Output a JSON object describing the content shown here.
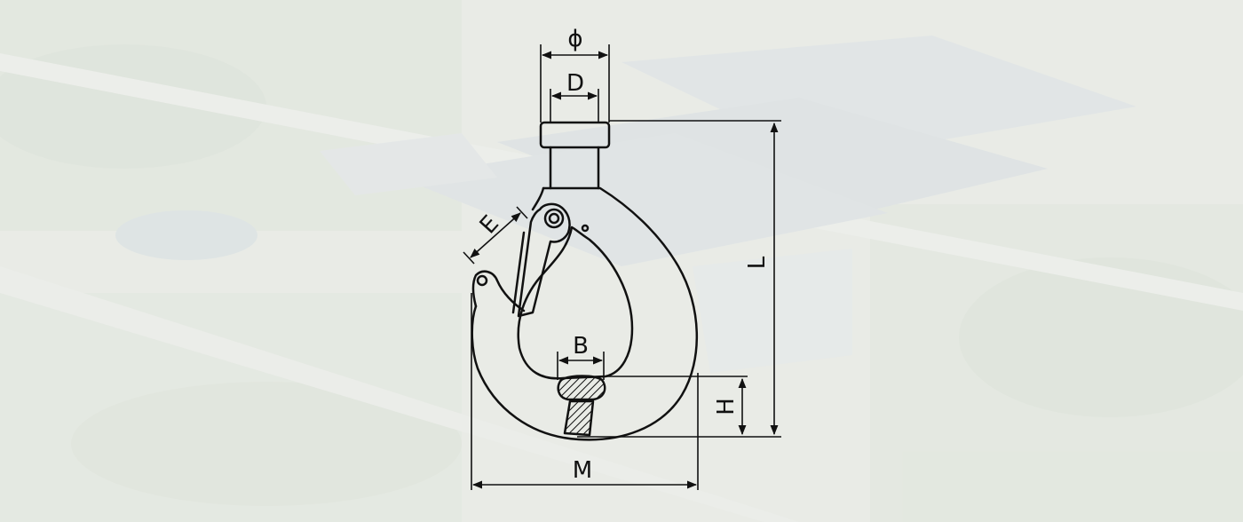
{
  "diagram": {
    "labels": {
      "phi": "ϕ",
      "d": "D",
      "e": "E",
      "b": "B",
      "h": "H",
      "l": "L",
      "m": "M"
    }
  },
  "colors": {
    "line": "#111111",
    "background_tint": "#e9ebe6",
    "hatch": "#111111"
  }
}
